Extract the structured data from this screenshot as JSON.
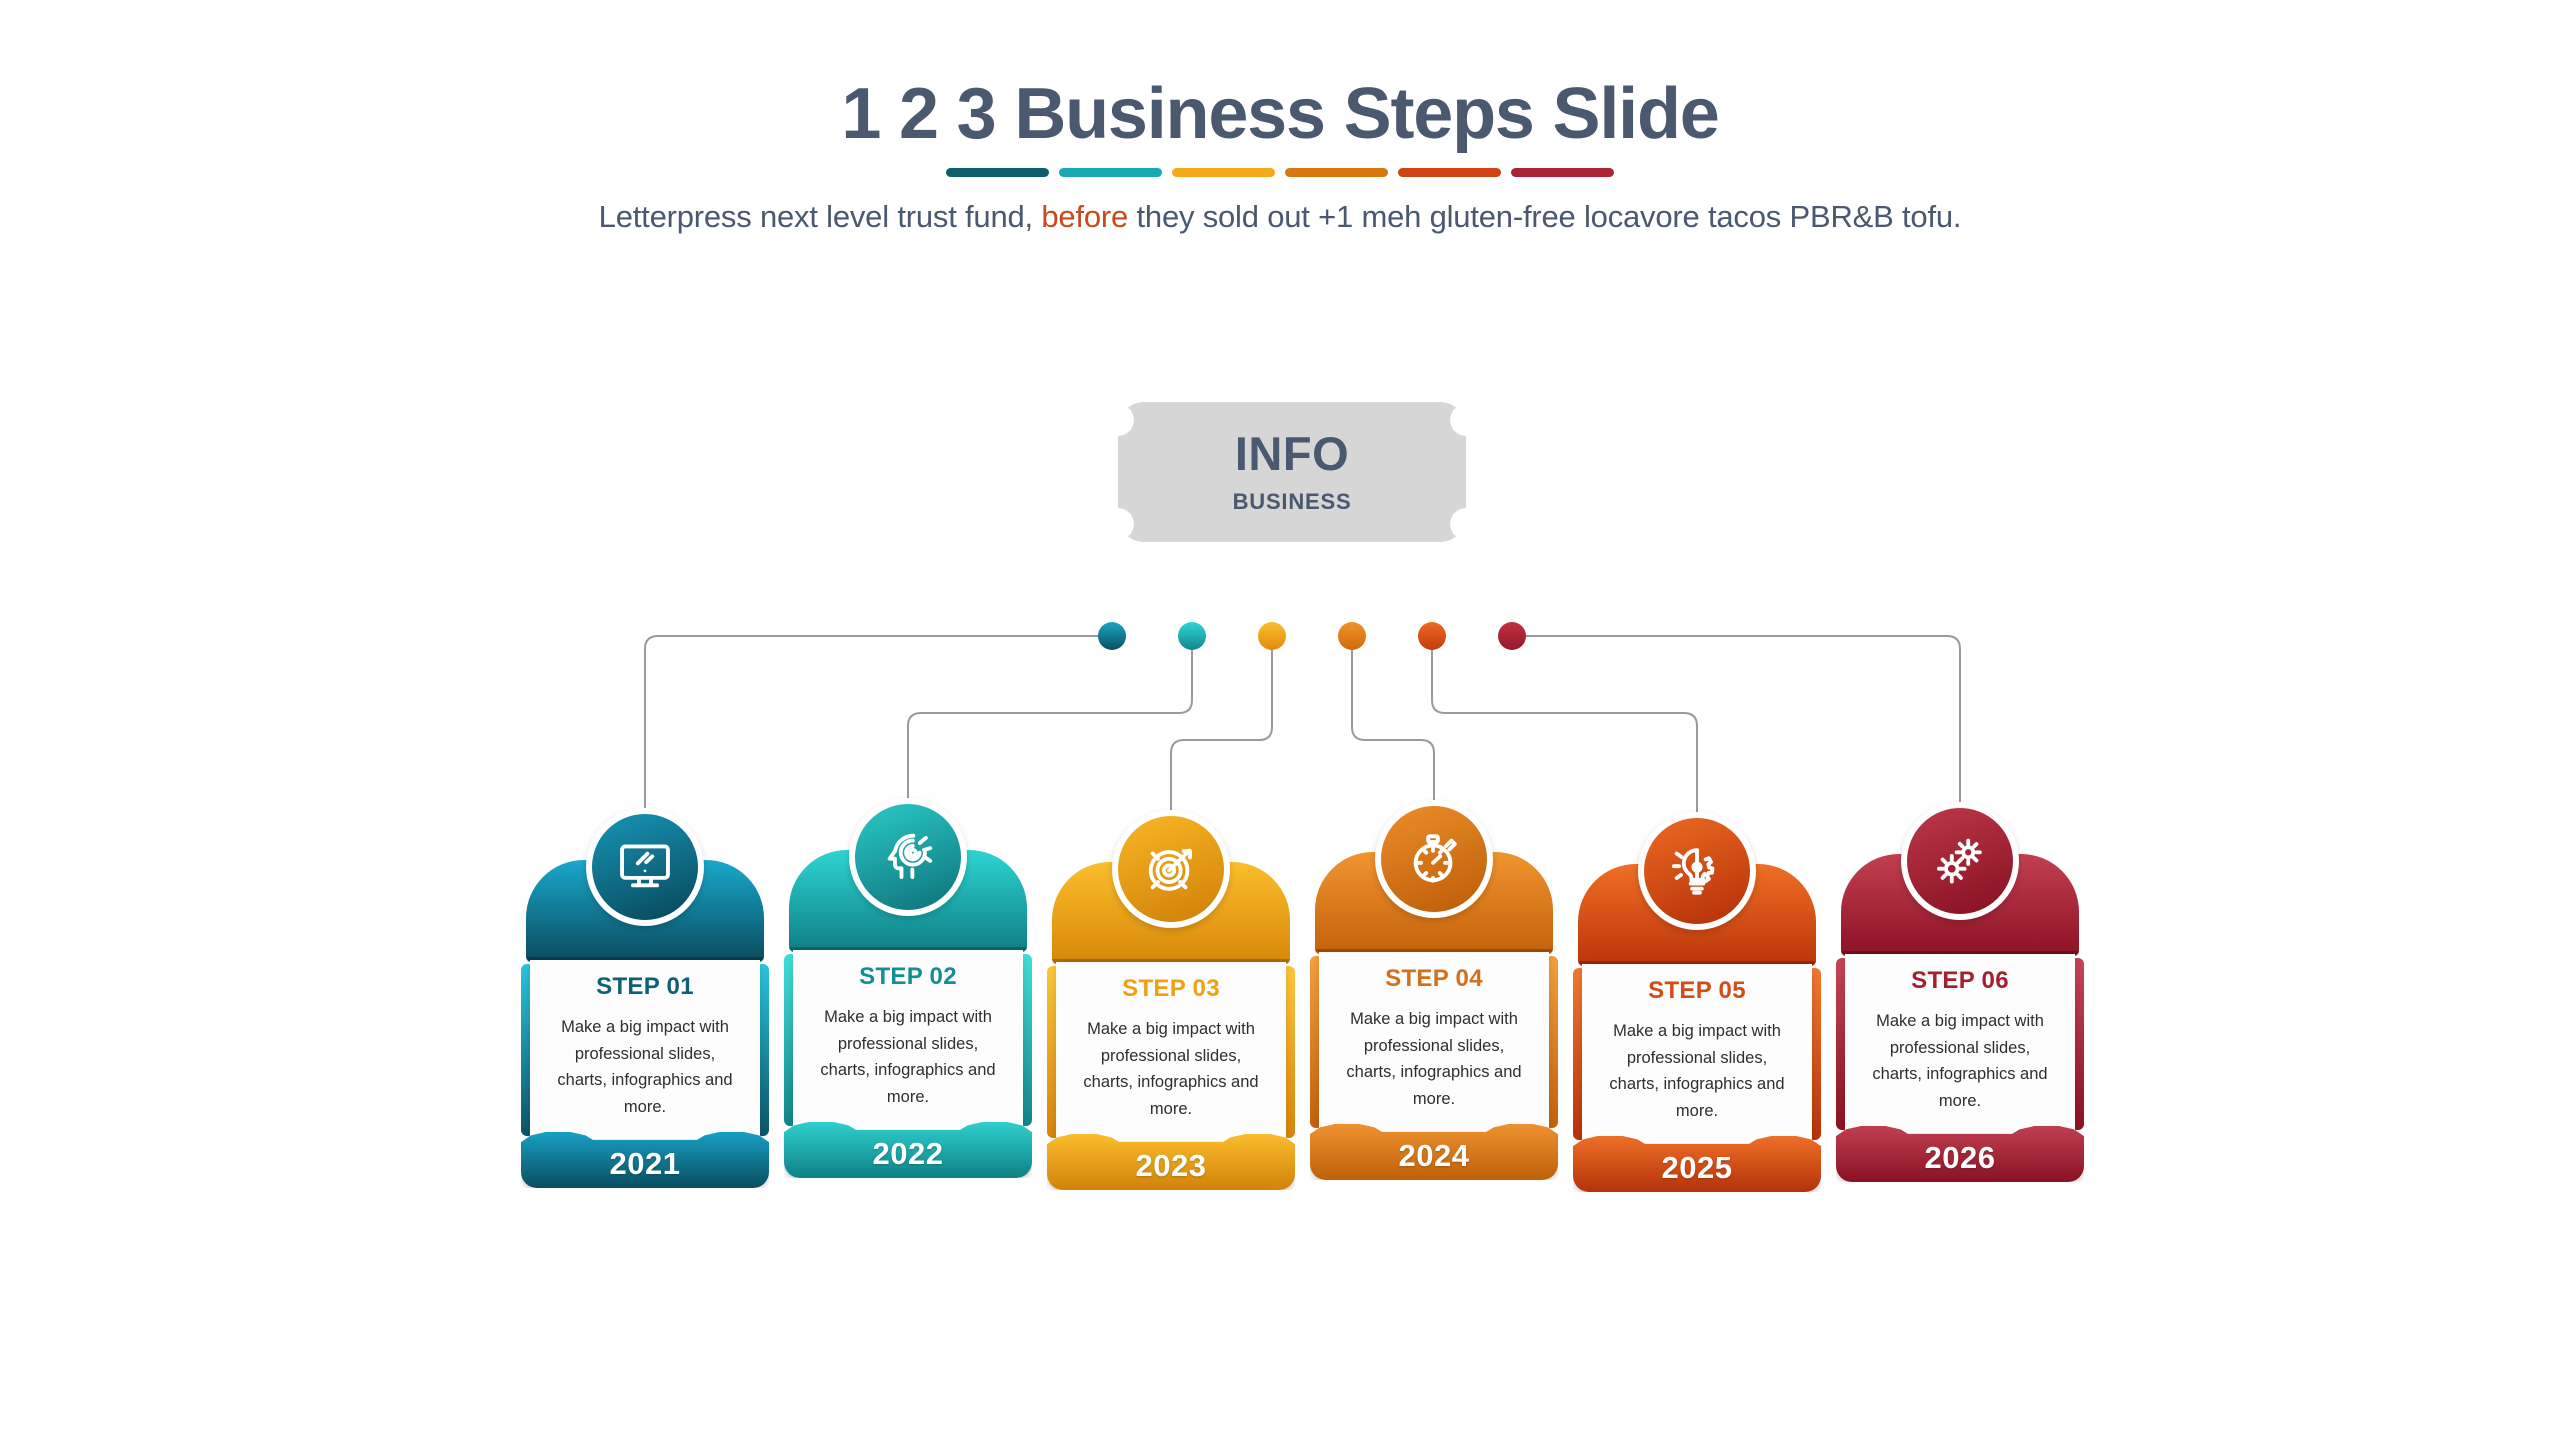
{
  "header": {
    "title": "1 2 3 Business Steps Slide",
    "subtitle_before": "Letterpress next level trust fund, ",
    "subtitle_highlight": "before",
    "subtitle_after": " they sold out +1 meh gluten-free locavore tacos PBR&B tofu.",
    "rule_colors": [
      "#0e5f6e",
      "#16aab3",
      "#f5a81c",
      "#d8770f",
      "#cf4412",
      "#ab2436"
    ]
  },
  "info_badge": {
    "title": "INFO",
    "subtitle": "BUSINESS",
    "bg_color": "#d6d6d6",
    "text_color": "#4a5870"
  },
  "dots": [
    {
      "name": "dot-1",
      "color_top": "#1aa6c4",
      "color_bottom": "#0a4f61"
    },
    {
      "name": "dot-2",
      "color_top": "#2fd6d6",
      "color_bottom": "#12868e"
    },
    {
      "name": "dot-3",
      "color_top": "#fbc02d",
      "color_bottom": "#e08a0b"
    },
    {
      "name": "dot-4",
      "color_top": "#f0922a",
      "color_bottom": "#cf6b0c"
    },
    {
      "name": "dot-5",
      "color_top": "#ef6a22",
      "color_bottom": "#c23a0c"
    },
    {
      "name": "dot-6",
      "color_top": "#c03040",
      "color_bottom": "#96172c"
    }
  ],
  "connector_line_color": "#9a9a9a",
  "steps": [
    {
      "step_label": "STEP 01",
      "year": "2021",
      "description": "Make a big impact with professional slides, charts, infographics and more.",
      "icon": "monitor-icon",
      "label_color": "#0f5f75",
      "grad_top": "#19a8cc",
      "grad_bottom": "#0a4b5e",
      "side_top": "#2bc4e0",
      "side_bottom": "#0c5468",
      "circle_top": "#1795b8",
      "circle_bottom": "#084657",
      "year_top": "#17a0c4",
      "year_bottom": "#0a4d60"
    },
    {
      "step_label": "STEP 02",
      "year": "2022",
      "description": "Make a big impact with professional slides, charts, infographics and more.",
      "icon": "mind-maze-icon",
      "label_color": "#128f93",
      "grad_top": "#2fd4d2",
      "grad_bottom": "#0e7f86",
      "side_top": "#41e0da",
      "side_bottom": "#13848a",
      "circle_top": "#2bc9c7",
      "circle_bottom": "#0d7279",
      "year_top": "#2ed0cd",
      "year_bottom": "#0f8086"
    },
    {
      "step_label": "STEP 03",
      "year": "2023",
      "description": "Make a big impact with professional slides, charts, infographics and more.",
      "icon": "target-arrow-icon",
      "label_color": "#efa113",
      "grad_top": "#fbbe2c",
      "grad_bottom": "#d78708",
      "side_top": "#fcc63a",
      "side_bottom": "#d7850a",
      "circle_top": "#f8b726",
      "circle_bottom": "#d07f07",
      "year_top": "#fabd2c",
      "year_bottom": "#d2820a"
    },
    {
      "step_label": "STEP 04",
      "year": "2024",
      "description": "Make a big impact with professional slides, charts, infographics and more.",
      "icon": "stopwatch-icon",
      "label_color": "#d2701b",
      "grad_top": "#f09430",
      "grad_bottom": "#c4620a",
      "side_top": "#f2a040",
      "side_bottom": "#c2620c",
      "circle_top": "#ec8d2a",
      "circle_bottom": "#bc5c08",
      "year_top": "#ee9230",
      "year_bottom": "#bf600a"
    },
    {
      "step_label": "STEP 05",
      "year": "2025",
      "description": "Make a big impact with professional slides, charts, infographics and more.",
      "icon": "bulb-gear-icon",
      "label_color": "#d24c17",
      "grad_top": "#ef6f26",
      "grad_bottom": "#bc3409",
      "side_top": "#f07a2e",
      "side_bottom": "#b93209",
      "circle_top": "#ec6a22",
      "circle_bottom": "#b32f08",
      "year_top": "#ed7027",
      "year_bottom": "#b6310a"
    },
    {
      "step_label": "STEP 06",
      "year": "2026",
      "description": "Make a big impact with professional slides, charts, infographics and more.",
      "icon": "gears-icon",
      "label_color": "#a4202f",
      "grad_top": "#c24050",
      "grad_bottom": "#8d1224",
      "side_top": "#c64656",
      "side_bottom": "#8b1224",
      "circle_top": "#bd3849",
      "circle_bottom": "#851020",
      "year_top": "#c03f50",
      "year_bottom": "#8a1223"
    }
  ]
}
